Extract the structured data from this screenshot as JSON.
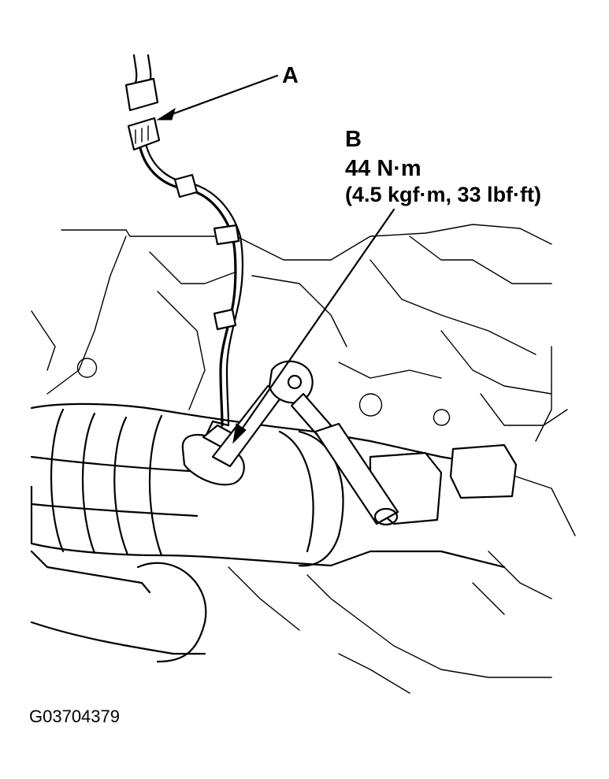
{
  "callouts": {
    "a": "A",
    "b": "B",
    "torque_nm": "44 N·m",
    "torque_alt": "(4.5 kgf·m, 33 lbf·ft)"
  },
  "figure_id": "G03704379",
  "colors": {
    "ink": "#000000",
    "paper": "#ffffff"
  }
}
